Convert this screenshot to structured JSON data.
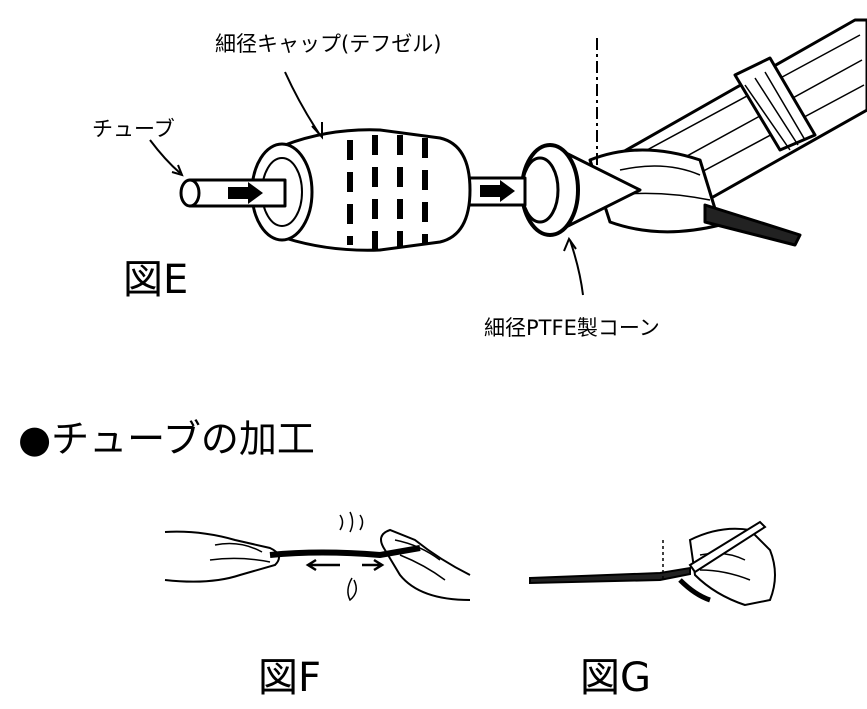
{
  "labels": {
    "cap": "細径キャップ(テフゼル)",
    "tube": "チューブ",
    "cone": "細径PTFE製コーン"
  },
  "figures": {
    "e": "図E",
    "f": "図F",
    "g": "図G"
  },
  "section": {
    "bullet": "●",
    "title": "チューブの加工"
  }
}
